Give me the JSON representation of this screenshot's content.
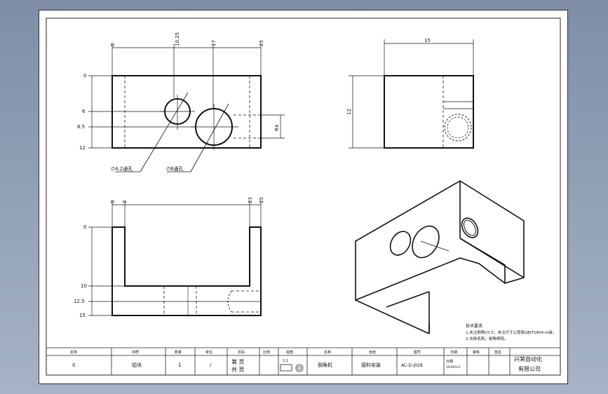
{
  "dimensions": {
    "front_top": [
      "0",
      "10.25",
      "17",
      "25"
    ],
    "front_left": [
      "0",
      "6",
      "8.5",
      "12"
    ],
    "front_right": "R4",
    "callout_left": "∅4.2通孔",
    "callout_right": "∅6通孔",
    "side_top": "15",
    "side_left": "12",
    "bottom_top": [
      "0",
      "2",
      "23",
      "25"
    ],
    "bottom_left": [
      "0",
      "10",
      "12.5",
      "15"
    ]
  },
  "notes": {
    "title": "技术要求",
    "line1": "1.未注倒角C0.5，未注尺寸公差按GB/T1804-m级；",
    "line2": "2.去除毛刺，锐角倒钝。"
  },
  "title_block": {
    "headers": [
      "名称",
      "材质",
      "数量",
      "单位",
      "页码",
      "比例",
      "视角",
      "名称",
      "用途",
      "图号",
      "日期",
      "审核",
      "签名"
    ],
    "values": {
      "name": "0",
      "material": "铝块",
      "qty": "1",
      "unit": "/",
      "page_a": "第 页",
      "page_b": "共 页",
      "scale": "1:1",
      "machine": "倒角机",
      "usage": "接料安装",
      "drawing_no": "AC-D-J028",
      "date_label": "日期",
      "date_val": "2019/5/3",
      "company_1": "兴荣自动化",
      "company_2": "有限公司"
    }
  },
  "colors": {
    "background": "#8a9ab0",
    "paper": "#ffffff",
    "line": "#111111"
  }
}
